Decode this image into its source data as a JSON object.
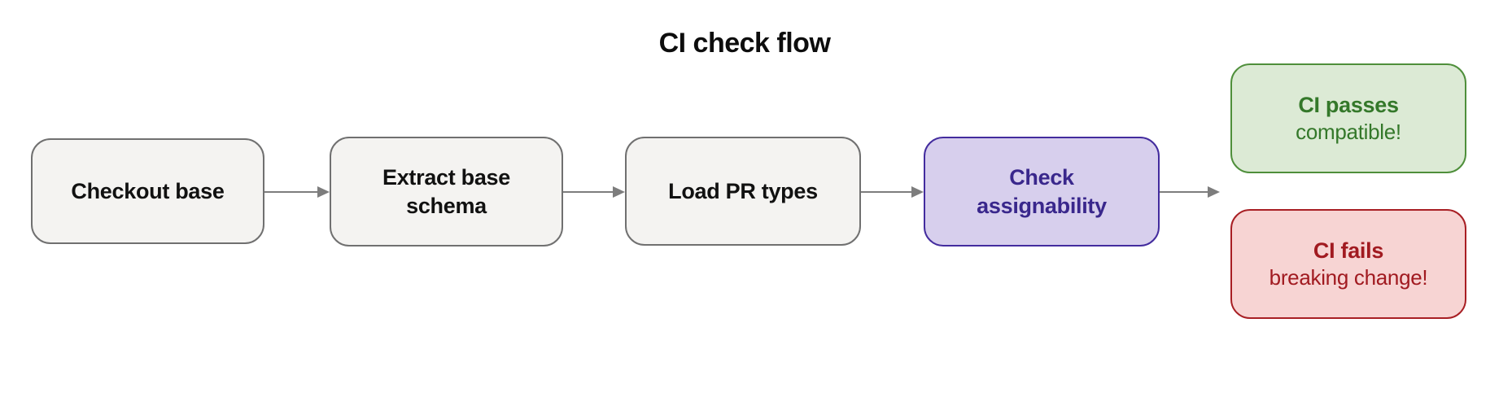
{
  "title": "CI check flow",
  "flow": {
    "nodes": [
      {
        "id": "checkout-base",
        "label": "Checkout base",
        "variant": "step"
      },
      {
        "id": "extract-base-schema",
        "label": "Extract base schema",
        "variant": "step"
      },
      {
        "id": "load-pr-types",
        "label": "Load PR types",
        "variant": "step"
      },
      {
        "id": "check-assignability",
        "label": "Check assignability",
        "variant": "accent"
      }
    ],
    "outcomes": [
      {
        "id": "ci-passes",
        "label": "CI passes",
        "sublabel": "compatible!",
        "variant": "success"
      },
      {
        "id": "ci-fails",
        "label": "CI fails",
        "sublabel": "breaking change!",
        "variant": "failure"
      }
    ],
    "edges": [
      {
        "from": "checkout-base",
        "to": "extract-base-schema"
      },
      {
        "from": "extract-base-schema",
        "to": "load-pr-types"
      },
      {
        "from": "load-pr-types",
        "to": "check-assignability"
      },
      {
        "from": "check-assignability",
        "to": "ci-passes | ci-fails"
      }
    ]
  },
  "colors": {
    "background": "#ffffff",
    "step_fill": "#f4f3f1",
    "step_border": "#707070",
    "step_text": "#111111",
    "accent_fill": "#d7cfed",
    "accent_border": "#432c9e",
    "accent_text": "#39278c",
    "success_fill": "#dcead5",
    "success_border": "#4f8f3b",
    "success_text": "#34782a",
    "failure_fill": "#f7d4d3",
    "failure_border": "#a81f24",
    "failure_text": "#a11a20",
    "arrow": "#7d7d7d",
    "title_text": "#0d0d0d"
  }
}
